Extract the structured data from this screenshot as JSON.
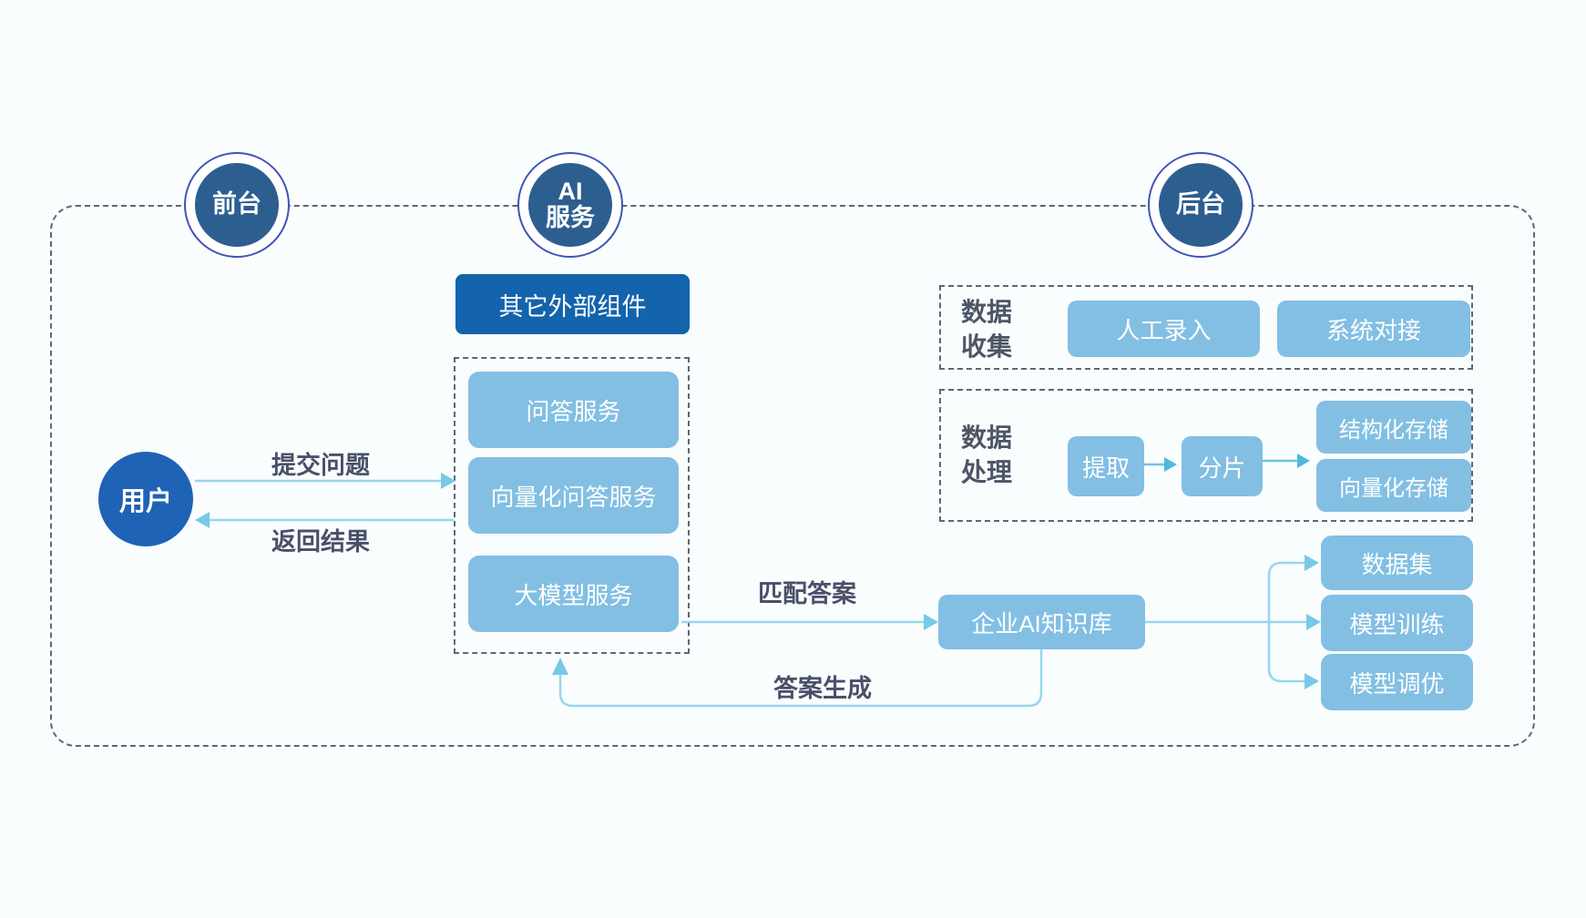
{
  "diagram": {
    "zones": {
      "front": "前台",
      "ai": "AI\n服务",
      "back": "后台"
    },
    "user": "用户",
    "external": "其它外部组件",
    "ai_services": [
      "问答服务",
      "向量化问答服务",
      "大模型服务"
    ],
    "flows": {
      "submit": "提交问题",
      "return": "返回结果",
      "match": "匹配答案",
      "generate": "答案生成"
    },
    "knowledge_base": "企业AI知识库",
    "data_collection": {
      "label": "数据\n收集",
      "items": [
        "人工录入",
        "系统对接"
      ]
    },
    "data_processing": {
      "label": "数据\n处理",
      "steps": [
        "提取",
        "分片"
      ],
      "storage": [
        "结构化存储",
        "向量化存储"
      ]
    },
    "model_ops": [
      "数据集",
      "模型训练",
      "模型调优"
    ],
    "colors": {
      "background": "#fafdfd",
      "dashed_border": "#5f6774",
      "zone_circle_fill": "#2d5e90",
      "zone_circle_ring": "#3c55b7",
      "user_circle": "#1e63b5",
      "dark_box": "#1463ad",
      "light_box": "#82bfe3",
      "arrow_line": "#97d6ee",
      "arrow_head": "#76c9e7",
      "label_text": "#49506a"
    }
  }
}
